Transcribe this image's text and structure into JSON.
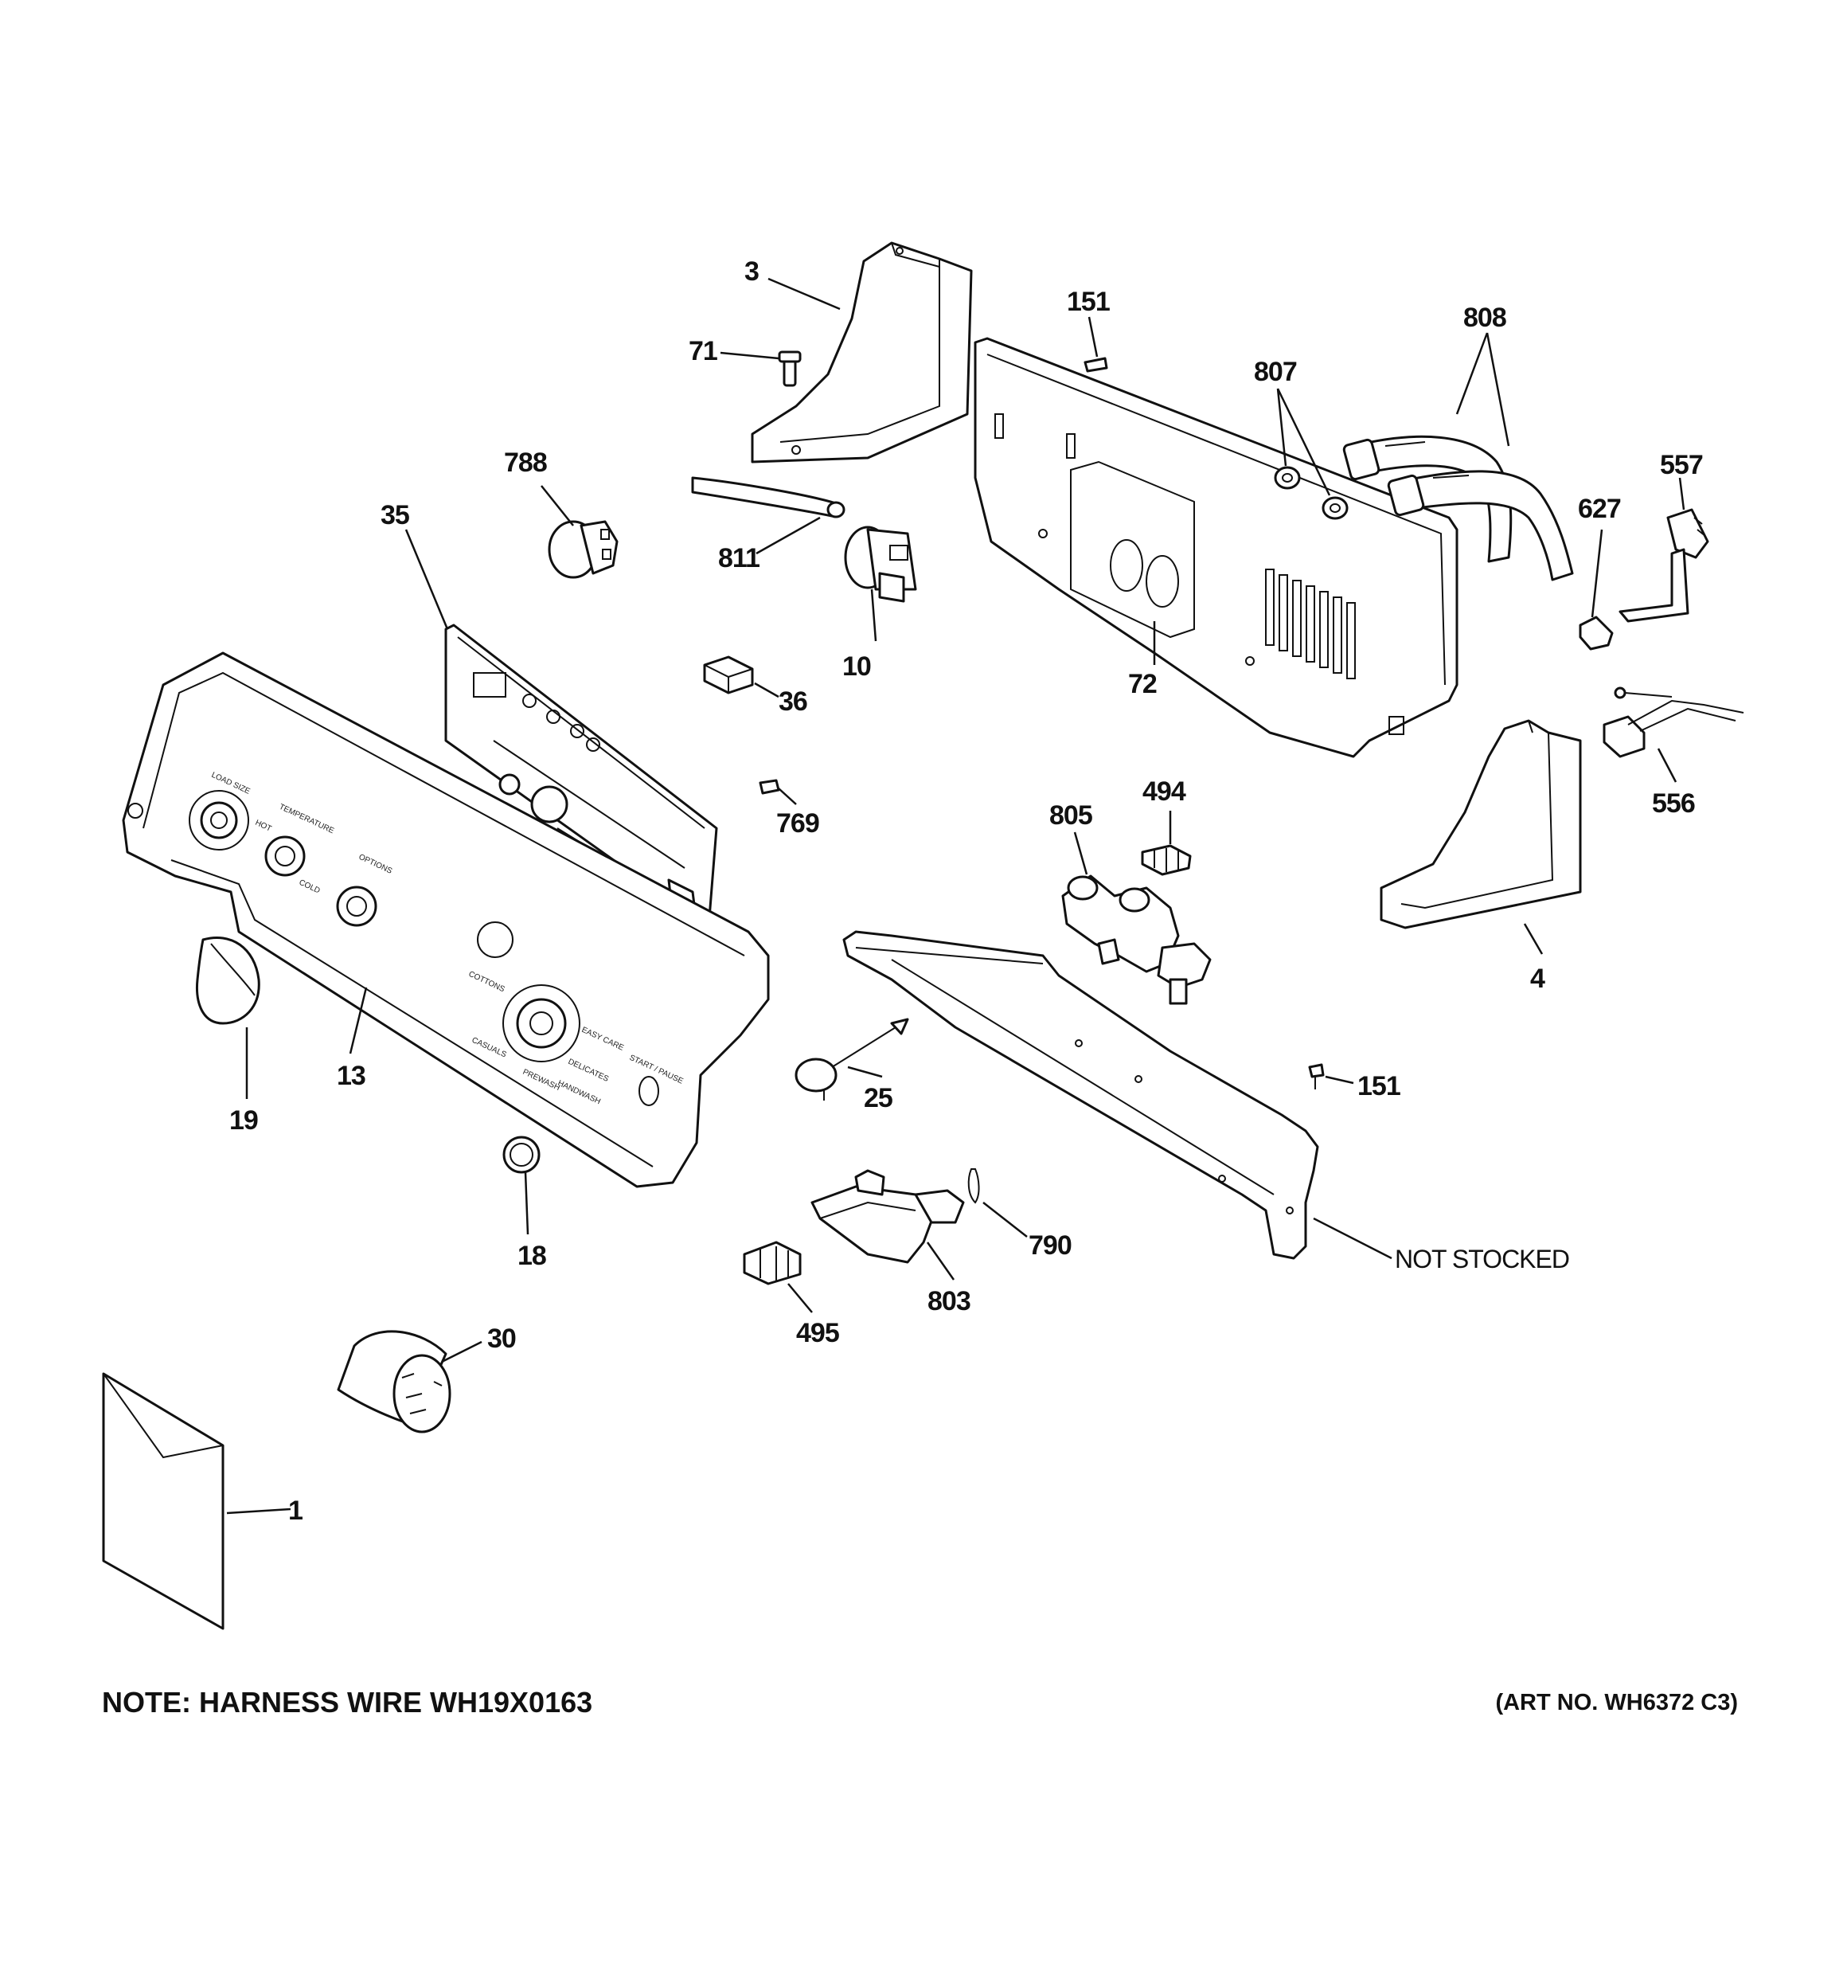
{
  "callouts": [
    {
      "id": "c3",
      "text": "3"
    },
    {
      "id": "c71",
      "text": "71"
    },
    {
      "id": "c151a",
      "text": "151"
    },
    {
      "id": "c808",
      "text": "808"
    },
    {
      "id": "c807",
      "text": "807"
    },
    {
      "id": "c557",
      "text": "557"
    },
    {
      "id": "c788",
      "text": "788"
    },
    {
      "id": "c35",
      "text": "35"
    },
    {
      "id": "c811",
      "text": "811"
    },
    {
      "id": "c627",
      "text": "627"
    },
    {
      "id": "c10",
      "text": "10"
    },
    {
      "id": "c72",
      "text": "72"
    },
    {
      "id": "c36",
      "text": "36"
    },
    {
      "id": "c556",
      "text": "556"
    },
    {
      "id": "c494",
      "text": "494"
    },
    {
      "id": "c805",
      "text": "805"
    },
    {
      "id": "c769",
      "text": "769"
    },
    {
      "id": "c4",
      "text": "4"
    },
    {
      "id": "c13",
      "text": "13"
    },
    {
      "id": "c19",
      "text": "19"
    },
    {
      "id": "c25",
      "text": "25"
    },
    {
      "id": "c151b",
      "text": "151"
    },
    {
      "id": "c790",
      "text": "790"
    },
    {
      "id": "c18",
      "text": "18"
    },
    {
      "id": "c803",
      "text": "803"
    },
    {
      "id": "c495",
      "text": "495"
    },
    {
      "id": "c30",
      "text": "30"
    },
    {
      "id": "c1",
      "text": "1"
    }
  ],
  "not_stocked": "NOT STOCKED",
  "note": "NOTE: HARNESS WIRE WH19X0163",
  "art_no": "(ART NO. WH6372 C3)",
  "panel_text": {
    "load_size": "LOAD SIZE",
    "temperature": "TEMPERATURE",
    "options": "OPTIONS",
    "cottons": "COTTONS",
    "easy_care": "EASY CARE",
    "casuals": "CASUALS",
    "delicates": "DELICATES",
    "prewash": "PREWASH",
    "handwash": "HANDWASH",
    "start_pause": "START / PAUSE",
    "hot": "HOT",
    "cold": "COLD"
  }
}
